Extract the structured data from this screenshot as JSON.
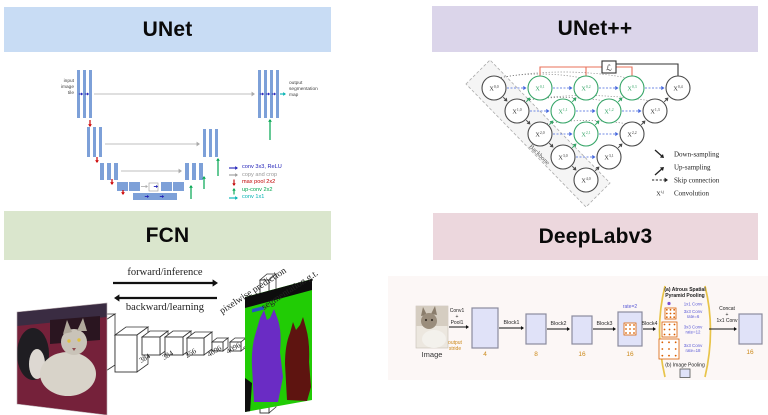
{
  "panels": {
    "unet": {
      "title": "UNet",
      "header_color": "#c8dcf4"
    },
    "unetpp": {
      "title": "UNet++",
      "header_color": "#dbd5ea"
    },
    "fcn": {
      "title": "FCN",
      "header_color": "#dae6cd"
    },
    "deeplab": {
      "title": "DeepLabv3",
      "header_color": "#ecd7dd"
    }
  },
  "unet": {
    "input_label_lines": [
      "input",
      "image",
      "tile"
    ],
    "output_label_lines": [
      "output",
      "segmentation",
      "map"
    ],
    "bar_color": "#7da0d8",
    "legend": [
      {
        "label": "conv 3x3, ReLU",
        "color": "#2222b8",
        "dir": "right"
      },
      {
        "label": "copy and crop",
        "color": "#999999",
        "dir": "right"
      },
      {
        "label": "max pool 2x2",
        "color": "#c00000",
        "dir": "down"
      },
      {
        "label": "up-conv 2x2",
        "color": "#00a550",
        "dir": "up"
      },
      {
        "label": "conv 1x1",
        "color": "#00b2b2",
        "dir": "right"
      }
    ]
  },
  "unetpp": {
    "loss_label": "ℒ",
    "backbone_label": "Backbone",
    "node_prefix": "X",
    "nodes": [
      {
        "i": 0,
        "j": 0,
        "green": false
      },
      {
        "i": 0,
        "j": 1,
        "green": true
      },
      {
        "i": 0,
        "j": 2,
        "green": true
      },
      {
        "i": 0,
        "j": 3,
        "green": true
      },
      {
        "i": 0,
        "j": 4,
        "green": false
      },
      {
        "i": 1,
        "j": 0,
        "green": false
      },
      {
        "i": 1,
        "j": 1,
        "green": true
      },
      {
        "i": 1,
        "j": 2,
        "green": true
      },
      {
        "i": 1,
        "j": 3,
        "green": false
      },
      {
        "i": 2,
        "j": 0,
        "green": false
      },
      {
        "i": 2,
        "j": 1,
        "green": true
      },
      {
        "i": 2,
        "j": 2,
        "green": false
      },
      {
        "i": 3,
        "j": 0,
        "green": false
      },
      {
        "i": 3,
        "j": 1,
        "green": false
      },
      {
        "i": 4,
        "j": 0,
        "green": false
      }
    ],
    "legend": [
      {
        "symbol": "down-sampling-arrow-icon",
        "label": "Down-sampling"
      },
      {
        "symbol": "up-sampling-arrow-icon",
        "label": "Up-sampling"
      },
      {
        "symbol": "skip-connection-arrow-icon",
        "label": "Skip connection"
      },
      {
        "symbol": "xij",
        "label": "Convolution"
      }
    ],
    "legend_xij_sup": "i,j",
    "colors": {
      "green": "#35a567",
      "dark": "#4a4a4a",
      "skip_blue": "#4466dd",
      "loss_red": "#e8705a"
    }
  },
  "fcn": {
    "forward_label": "forward/inference",
    "backward_label": "backward/learning",
    "prediction_label": "pixelwise prediction",
    "gt_label": "segmentation g.t.",
    "layer_sizes": [
      "96",
      "256",
      "384",
      "384",
      "256",
      "4096",
      "4096",
      "21"
    ]
  },
  "deeplab": {
    "image_label": "Image",
    "stem_lines": [
      "Conv1",
      "+",
      "Pool1"
    ],
    "output_stride_lines": [
      "output",
      "stride"
    ],
    "block_labels": [
      "Block1",
      "Block2",
      "Block3",
      "Block4"
    ],
    "stride_values": [
      "4",
      "8",
      "16",
      "16"
    ],
    "final_stride": "16",
    "rate_label": "rate=2",
    "aspp_title_lines": [
      "(a) Atrous Spatial",
      "Pyramid Pooling"
    ],
    "aspp_items": [
      {
        "lines": [
          "1x1 Conv"
        ]
      },
      {
        "lines": [
          "3x3 Conv",
          "rate=6"
        ]
      },
      {
        "lines": [
          "3x3 Conv",
          "rate=12"
        ]
      },
      {
        "lines": [
          "3x3 Conv",
          "rate=18"
        ]
      }
    ],
    "image_pooling_label": "(b) Image Pooling",
    "concat_lines": [
      "Concat",
      "+",
      "1x1 Conv"
    ],
    "colors": {
      "box": "#e0e2f8",
      "box_border": "#8b8b9e",
      "orange": "#cc8a1a",
      "blue": "#5b5bd6",
      "dot_orange": "#d95f02",
      "paren": "#e8c44a"
    }
  }
}
